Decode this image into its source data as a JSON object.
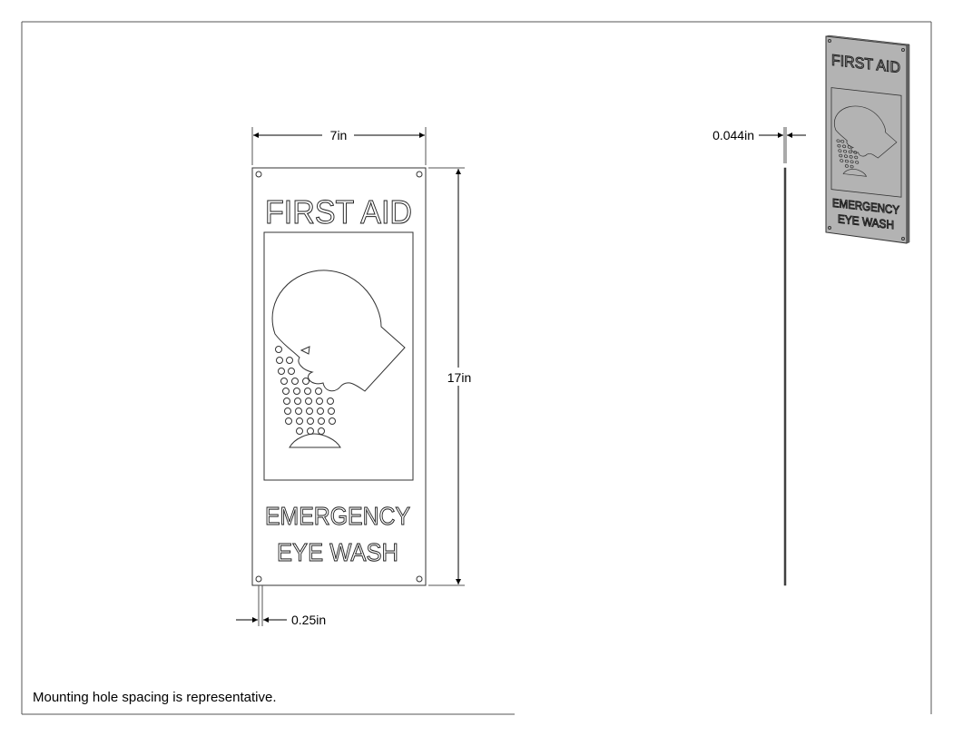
{
  "sheet": {
    "note": "Mounting hole spacing is representative."
  },
  "dimensions": {
    "width": "7in",
    "height": "17in",
    "thickness": "0.044in",
    "hole_offset": "0.25in"
  },
  "sign": {
    "top_text": "FIRST AID",
    "bottom_line1": "EMERGENCY",
    "bottom_line2": "EYE WASH",
    "icon": "eye-wash-face-icon"
  },
  "iso_view": {
    "top_text": "FIRST AID",
    "bottom_line1": "EMERGENCY",
    "bottom_line2": "EYE WASH",
    "fill_color": "#b3b3b3"
  }
}
